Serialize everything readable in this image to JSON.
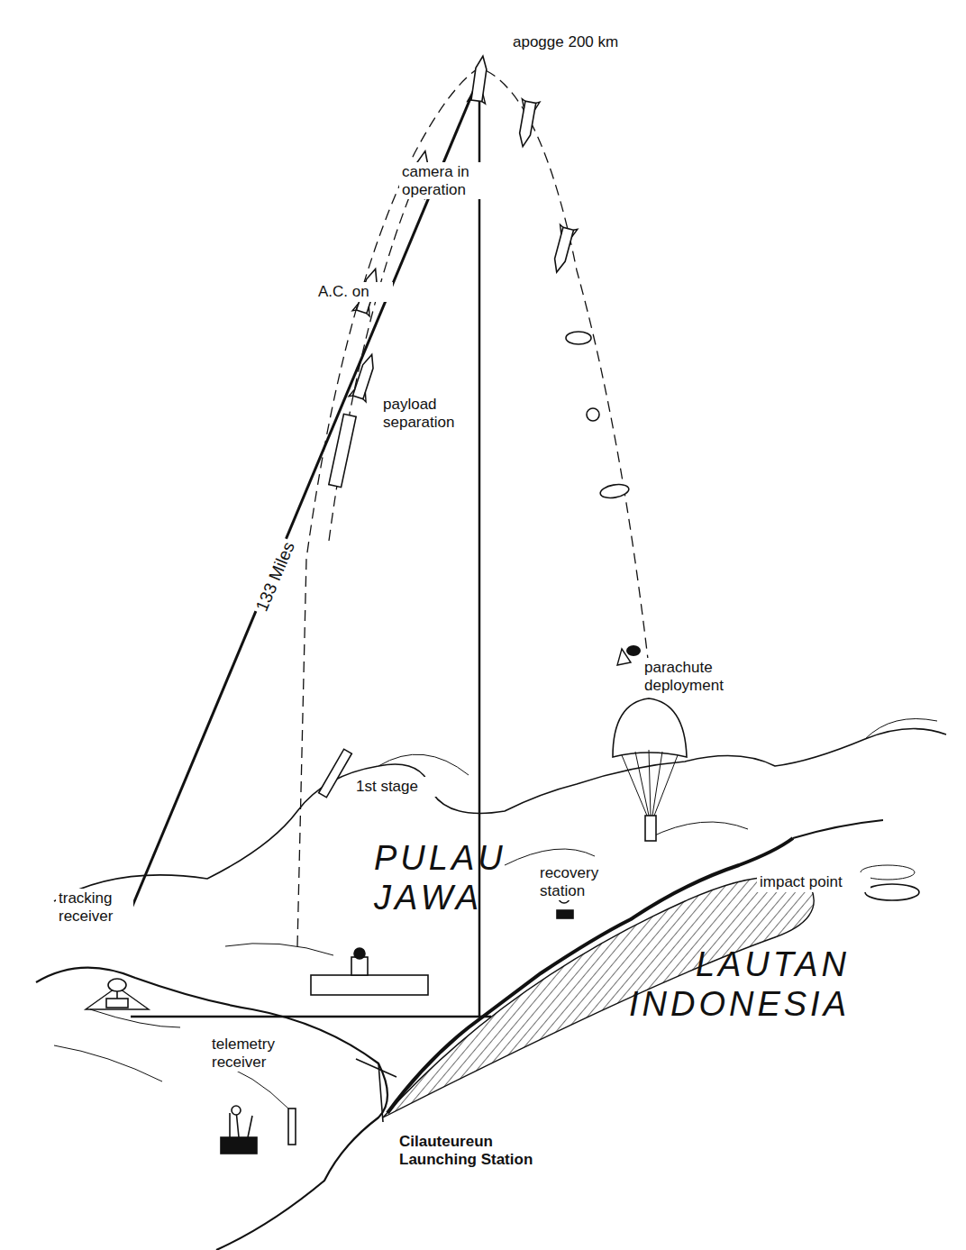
{
  "diagram": {
    "labels": [
      "apogge 200 km",
      "camera in operation",
      "A.C. on",
      "payload separation",
      "133 Miles",
      "1st stage",
      "parachute deployment",
      "tracking receiver",
      "PULAU JAWA",
      "recovery station",
      "impact point",
      "LAUTAN INDONESIA",
      "telemetry receiver",
      "Cilauteureun Launching Station"
    ]
  }
}
